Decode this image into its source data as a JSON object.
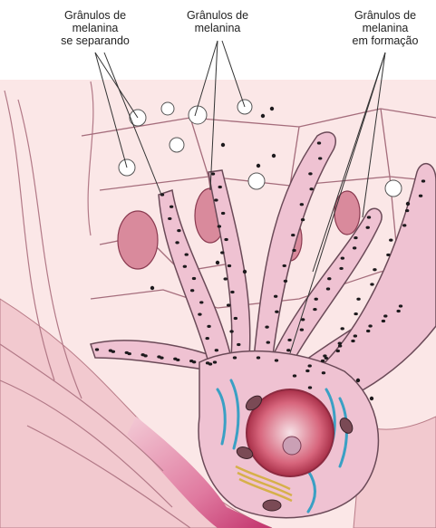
{
  "labels": {
    "separating": "Grânulos de\nmelanina\nse separando",
    "melanin": "Grânulos de\nmelanina",
    "forming": "Grânulos de\nmelanina\nem formação"
  },
  "colors": {
    "background": "#f9e3e3",
    "cell_border": "#a56d7c",
    "dendrite": "#e9b8c8",
    "dendrite_outline": "#6b4a58",
    "granule": "#1d1a1d",
    "keratinocyte_nucleus": "#c9506a",
    "nucleus": "#b33851",
    "golgi": "#d6b04a",
    "er": "#3aa0c4",
    "basal_gradient": "#d4477a"
  }
}
